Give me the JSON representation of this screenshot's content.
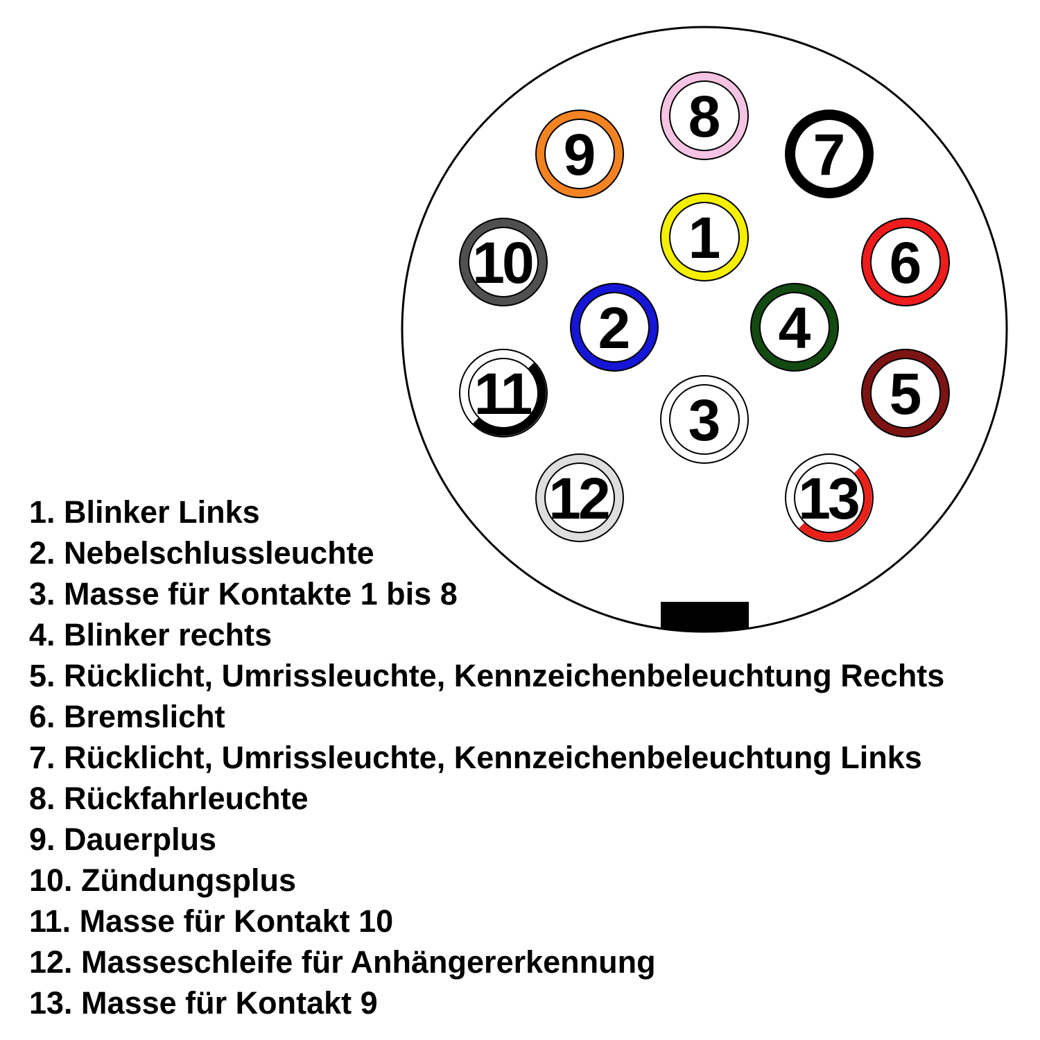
{
  "pins": [
    {
      "label": "1",
      "ring_color": "#f5ef00"
    },
    {
      "label": "2",
      "ring_color": "#1616d6"
    },
    {
      "label": "3",
      "ring_color": "#ffffff"
    },
    {
      "label": "4",
      "ring_color": "#124a12"
    },
    {
      "label": "5",
      "ring_color": "#7d1414"
    },
    {
      "label": "6",
      "ring_color": "#ee1c1c"
    },
    {
      "label": "7",
      "ring_color": "#000000"
    },
    {
      "label": "8",
      "ring_color": "#f6c4e3"
    },
    {
      "label": "9",
      "ring_color": "#f28322"
    },
    {
      "label": "10",
      "ring_color": "#505050"
    },
    {
      "label": "11",
      "ring_color": "#ffffff",
      "accent_color": "#000000"
    },
    {
      "label": "12",
      "ring_color": "#dedede"
    },
    {
      "label": "13",
      "ring_color": "#ffffff",
      "accent_color": "#e8221b"
    }
  ],
  "legend": [
    "1. Blinker Links",
    "2. Nebelschlussleuchte",
    "3. Masse für Kontakte 1 bis 8",
    "4. Blinker rechts",
    "5. Rücklicht, Umrissleuchte, Kennzeichenbeleuchtung Rechts",
    "6. Bremslicht",
    "7. Rücklicht, Umrissleuchte, Kennzeichenbeleuchtung Links",
    "8. Rückfahrleuchte",
    "9. Dauerplus",
    "10. Zündungsplus",
    "11. Masse für Kontakt 10",
    "12. Masseschleife für Anhängererkennung",
    "13. Masse für Kontakt 9"
  ]
}
